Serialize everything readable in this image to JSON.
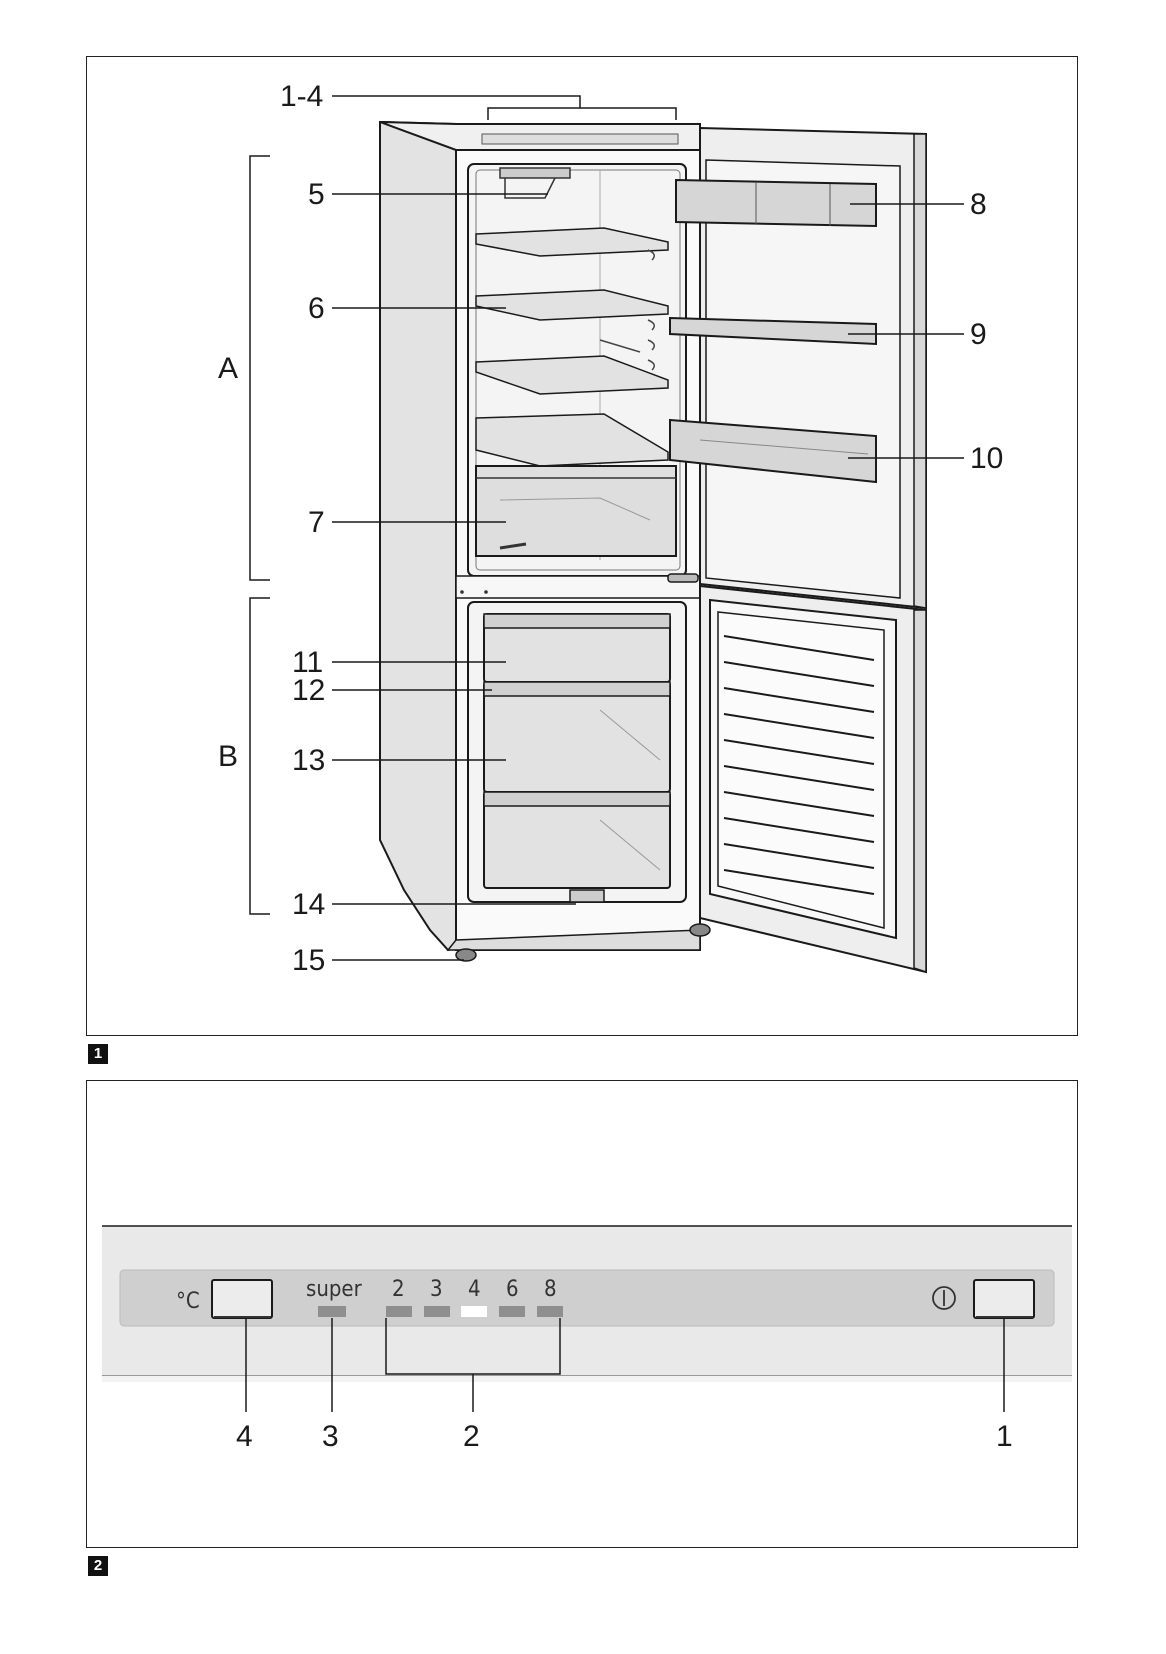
{
  "figure_numbers": [
    "1",
    "2"
  ],
  "figure1": {
    "callouts": [
      "1-4",
      "5",
      "6",
      "7",
      "8",
      "9",
      "10",
      "11",
      "12",
      "13",
      "14",
      "15"
    ],
    "zones": [
      "A",
      "B"
    ]
  },
  "figure2": {
    "panel": {
      "temp_unit": "°C",
      "super_label": "super",
      "levels": [
        "2",
        "3",
        "4",
        "6",
        "8"
      ],
      "active_level": "4"
    },
    "callouts": [
      "4",
      "3",
      "2",
      "1"
    ]
  },
  "colors": {
    "line": "#1a1a1a",
    "cabinet_side": "#e3e3e3",
    "interior": "#f2f2f2",
    "shelf": "#dcdcdc",
    "panel_band": "#e9e9e9",
    "panel_strip": "#cfcfcf",
    "indicator_off": "#8f8f8f",
    "indicator_on": "#ffffff"
  },
  "icons": [
    "power-icon"
  ]
}
